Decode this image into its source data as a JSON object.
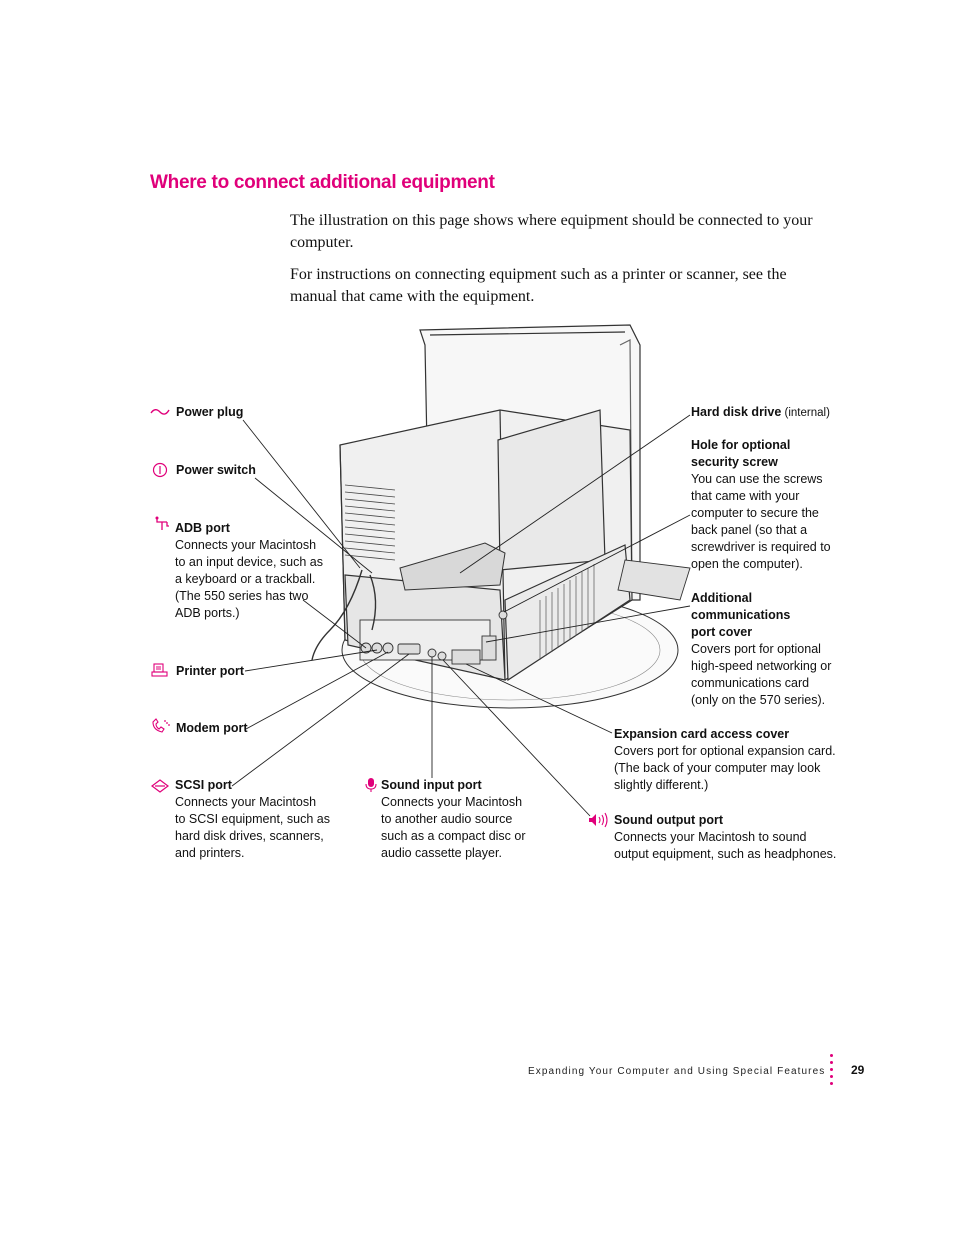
{
  "heading": "Where to connect additional equipment",
  "intro": [
    "The illustration on this page shows where equipment should be connected to your computer.",
    "For instructions on connecting equipment such as a printer or scanner, see the manual that came with the equipment."
  ],
  "callouts": {
    "power_plug": {
      "title": "Power plug",
      "desc": ""
    },
    "power_switch": {
      "title": "Power switch",
      "desc": ""
    },
    "adb_port": {
      "title": "ADB port",
      "desc": "Connects your Macintosh\nto an input device, such as\na keyboard or a trackball.\n(The 550 series has two\nADB ports.)"
    },
    "printer_port": {
      "title": "Printer port",
      "desc": ""
    },
    "modem_port": {
      "title": "Modem port",
      "desc": ""
    },
    "scsi_port": {
      "title": "SCSI port",
      "desc": "Connects your Macintosh\nto SCSI equipment, such as\nhard disk drives, scanners,\nand printers."
    },
    "sound_input_port": {
      "title": "Sound input port",
      "desc": "Connects your Macintosh\nto another audio source\nsuch as a compact disc or\naudio cassette player."
    },
    "hard_disk_drive": {
      "title": "Hard disk drive",
      "suffix": " (internal)"
    },
    "security_screw": {
      "title": "Hole for optional\nsecurity screw",
      "desc": "You can use the screws\nthat came with your\ncomputer to secure the\nback panel (so that a\nscrewdriver is required to\nopen the computer)."
    },
    "comm_port_cover": {
      "title": "Additional\ncommunications\nport cover",
      "desc": "Covers port for optional\nhigh-speed networking or\ncommunications card\n(only on the 570 series)."
    },
    "expansion_cover": {
      "title": "Expansion card access cover",
      "desc": "Covers port for optional expansion card.\n(The back of your computer may look\nslightly different.)"
    },
    "sound_output_port": {
      "title": "Sound output port",
      "desc": "Connects your Macintosh to sound\noutput equipment, such as headphones."
    }
  },
  "footer": {
    "text": "Expanding Your Computer and Using Special Features",
    "page_number": "29"
  },
  "colors": {
    "accent": "#e0007a",
    "text": "#111111",
    "line": "#222222"
  },
  "icons": [
    "power-plug-icon",
    "power-switch-icon",
    "adb-icon",
    "printer-icon",
    "modem-icon",
    "scsi-icon",
    "microphone-icon",
    "speaker-icon"
  ]
}
